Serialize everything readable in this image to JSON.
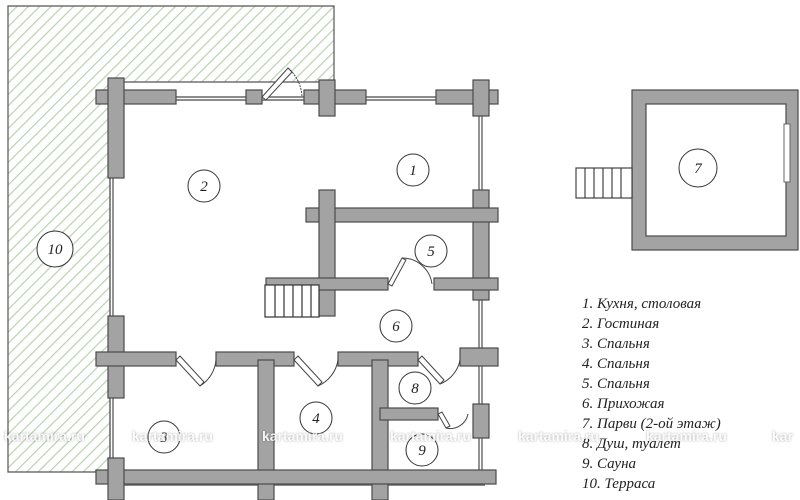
{
  "colors": {
    "wall": "#a3a3a3",
    "wall_stroke": "#4a4a4a",
    "terrace_hatch": "#b8d2b0",
    "line": "#555555",
    "background": "#ffffff"
  },
  "rooms": [
    {
      "number": "1"
    },
    {
      "number": "2"
    },
    {
      "number": "3"
    },
    {
      "number": "4"
    },
    {
      "number": "5"
    },
    {
      "number": "6"
    },
    {
      "number": "7"
    },
    {
      "number": "8"
    },
    {
      "number": "9"
    },
    {
      "number": "10"
    }
  ],
  "legend": [
    "1. Кухня, столовая",
    "2. Гостиная",
    "3. Спальня",
    "4. Спальня",
    "5. Спальня",
    "6. Прихожая",
    "7. Парви (2-ой этаж)",
    "8. Душ, туалет",
    "9. Сауна",
    "10. Терраса"
  ],
  "watermark": {
    "text": "kartamira.ru",
    "partial": "kar"
  }
}
